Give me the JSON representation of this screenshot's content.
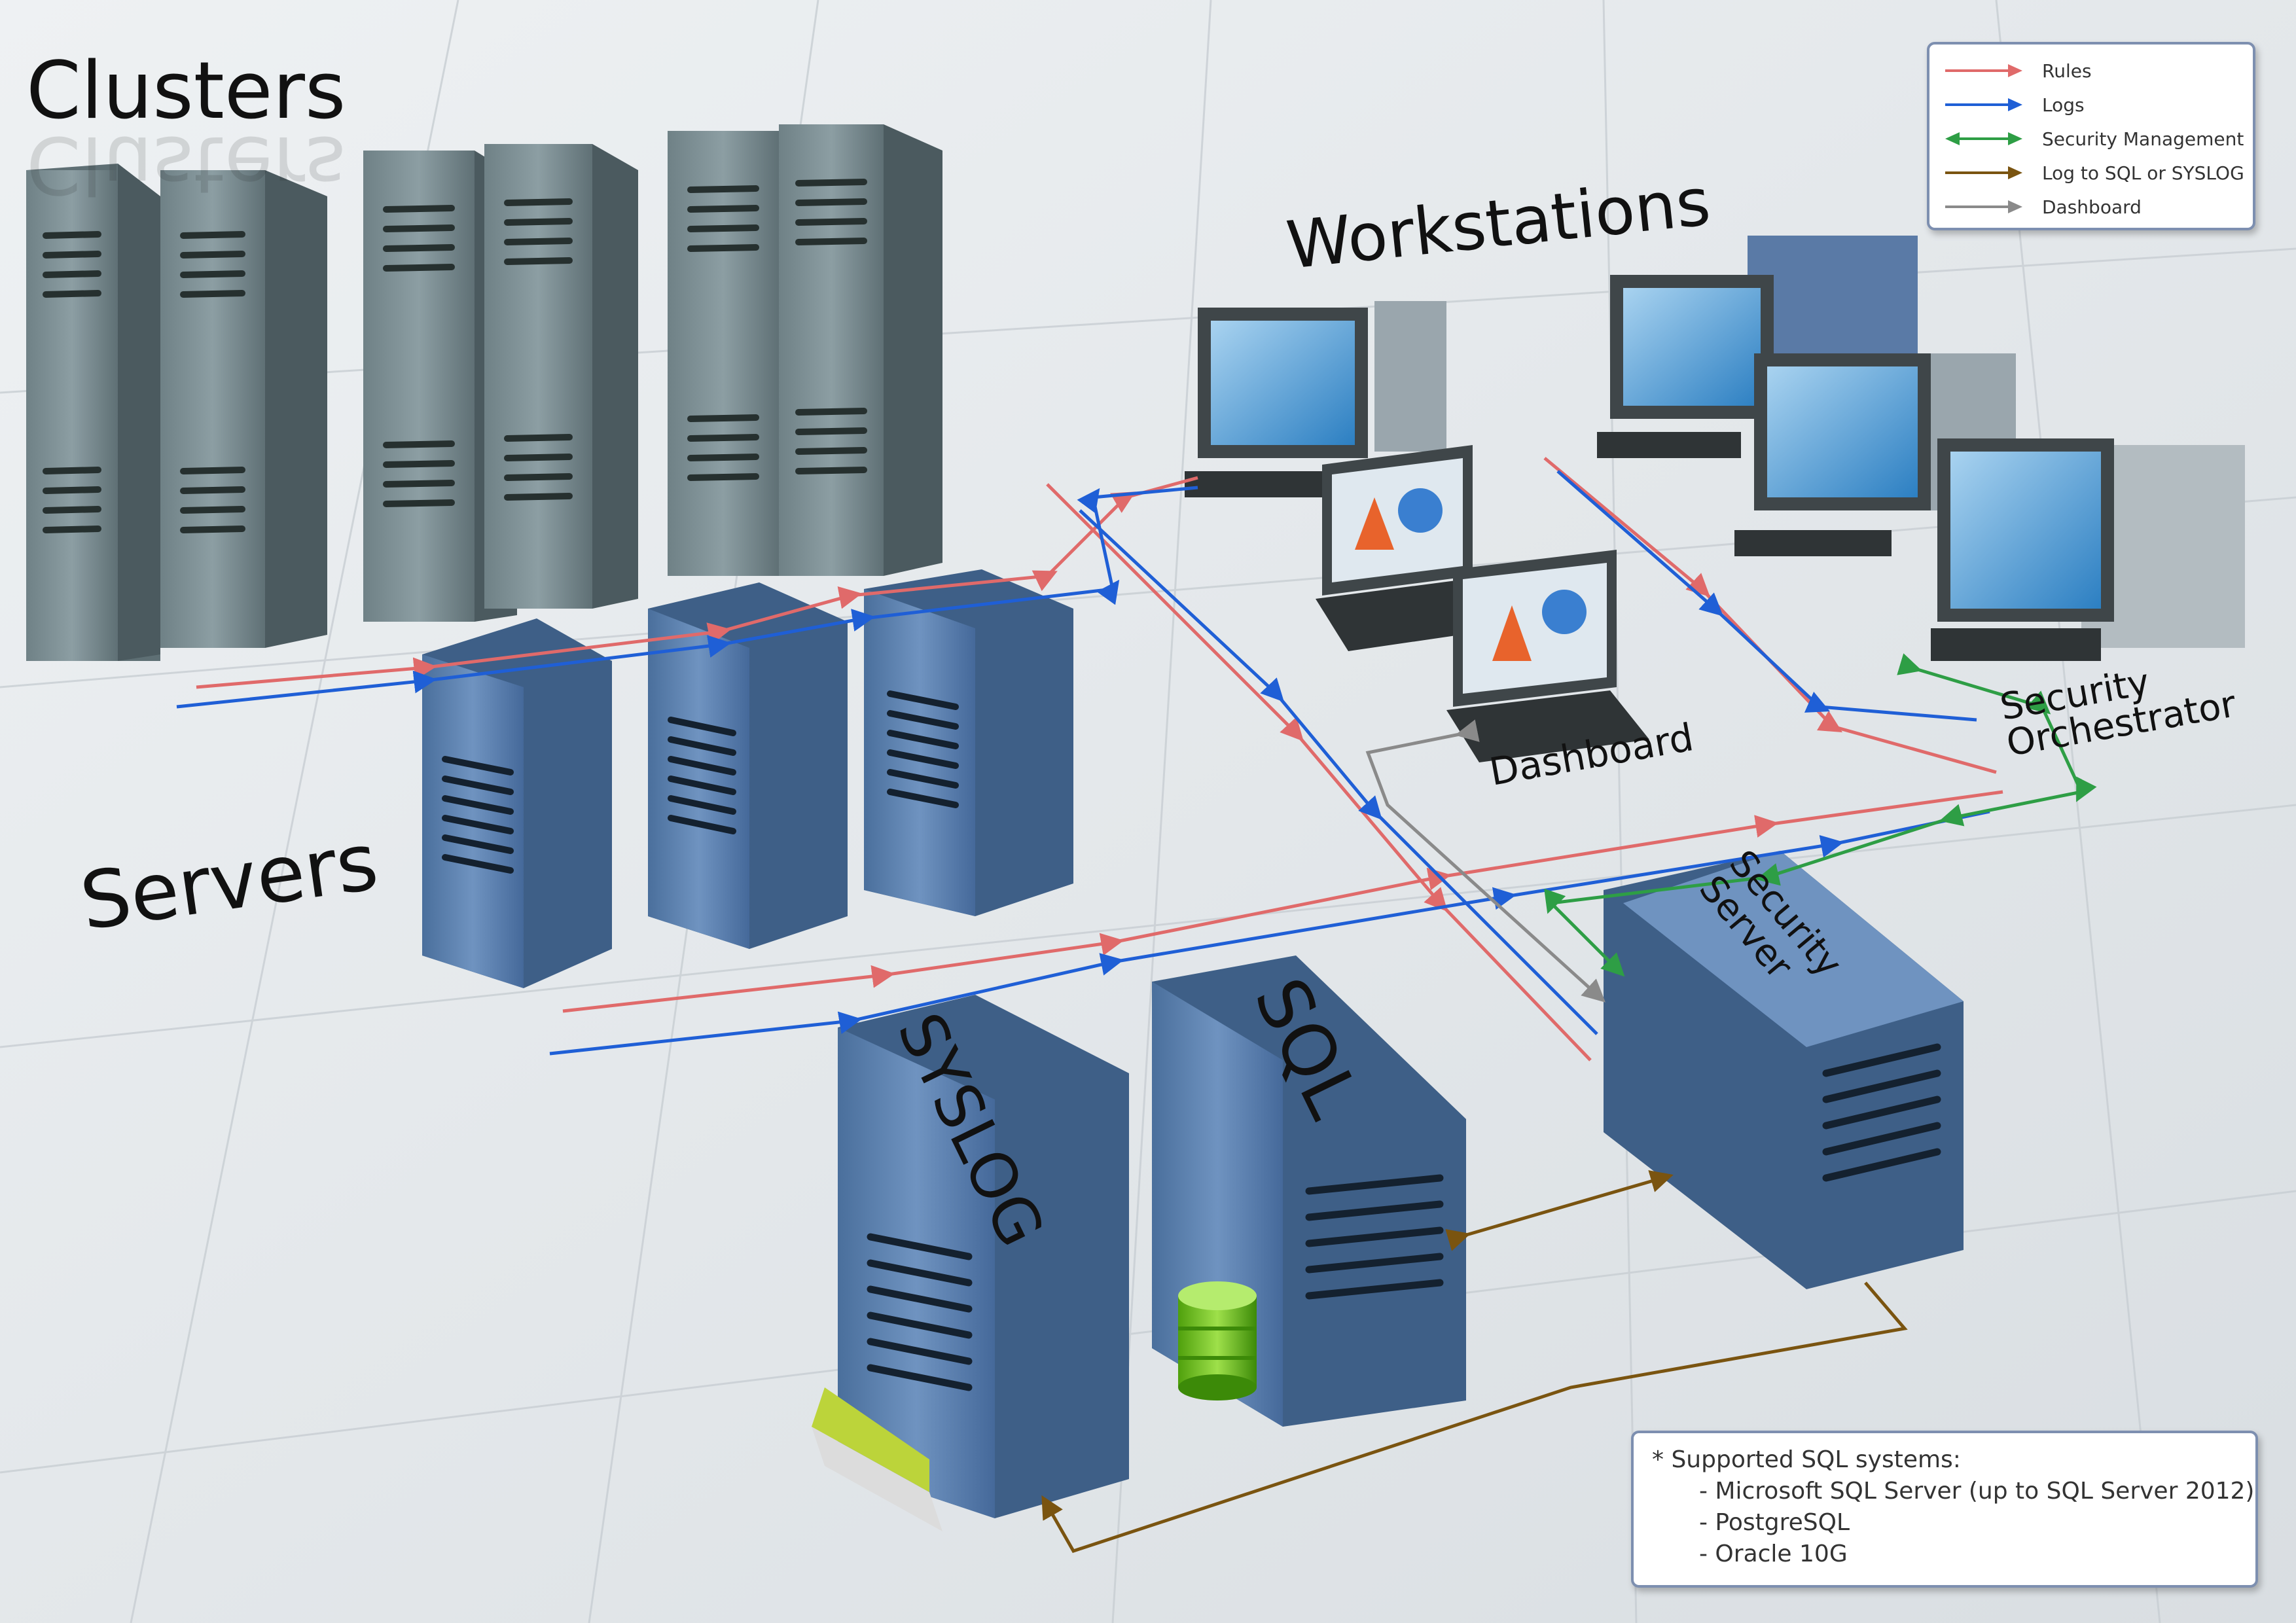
{
  "labels": {
    "clusters": "Clusters",
    "servers": "Servers",
    "workstations": "Workstations",
    "dashboard": "Dashboard",
    "security_orchestrator_line1": "Security",
    "security_orchestrator_line2": "Orchestrator",
    "security_server_line1": "Security",
    "security_server_line2": "Server",
    "sql": "SQL",
    "syslog": "SYSLOG"
  },
  "legend": {
    "items": [
      {
        "label": "Rules",
        "color": "#e06a6a"
      },
      {
        "label": "Logs",
        "color": "#1f5fd6"
      },
      {
        "label": "Security Management",
        "color": "#2e9e45"
      },
      {
        "label": "Log to SQL or SYSLOG",
        "color": "#7a5410"
      },
      {
        "label": "Dashboard",
        "color": "#8a8a8a"
      }
    ]
  },
  "note": {
    "title": "* Supported SQL systems:",
    "items": [
      "- Microsoft SQL Server (up to SQL Server 2012)",
      "- PostgreSQL",
      "- Oracle 10G"
    ]
  }
}
